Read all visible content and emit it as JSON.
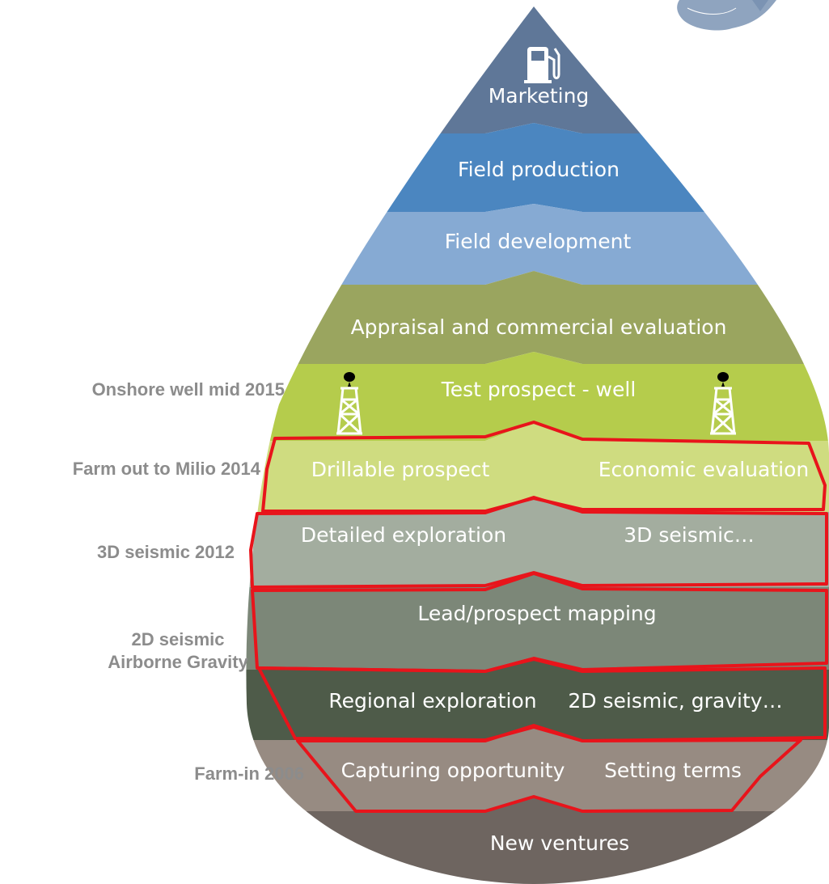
{
  "bands": [
    {
      "id": "marketing",
      "texts": [
        "Marketing"
      ],
      "color": "#5f7798"
    },
    {
      "id": "field-production",
      "texts": [
        "Field production"
      ],
      "color": "#4b86c0"
    },
    {
      "id": "field-development",
      "texts": [
        "Field development"
      ],
      "color": "#86aad3"
    },
    {
      "id": "appraisal",
      "texts": [
        "Appraisal and commercial evaluation"
      ],
      "color": "#9aa55f"
    },
    {
      "id": "test-prospect",
      "texts": [
        "Test prospect - well"
      ],
      "color": "#b5cc4c"
    },
    {
      "id": "drillable-prospect",
      "texts": [
        "Drillable prospect",
        "Economic evaluation"
      ],
      "color": "#cfdc80"
    },
    {
      "id": "detailed-exploration",
      "texts": [
        "Detailed exploration",
        "3D seismic…"
      ],
      "color": "#a3ad9f"
    },
    {
      "id": "lead-prospect",
      "texts": [
        "Lead/prospect mapping"
      ],
      "color": "#7c8778"
    },
    {
      "id": "regional-exploration",
      "texts": [
        "Regional exploration",
        "2D seismic, gravity…"
      ],
      "color": "#4e5b49"
    },
    {
      "id": "capturing-opportunity",
      "texts": [
        "Capturing opportunity",
        "Setting terms"
      ],
      "color": "#978b82"
    },
    {
      "id": "new-ventures",
      "texts": [
        "New ventures"
      ],
      "color": "#6e6560"
    }
  ],
  "side_labels": {
    "onshore": "Onshore well mid 2015",
    "farm_out": "Farm out to Milio 2014",
    "seismic_3d": "3D seismic 2012",
    "seismic_2d": [
      "2D seismic",
      "Airborne Gravity"
    ],
    "farm_in": "Farm-in 2006"
  },
  "highlight_color": "#e8141b",
  "side_label_color": "#8c8c8c",
  "icons": {
    "top": "fuel-pump-icon",
    "well": "oil-rig-icon"
  }
}
